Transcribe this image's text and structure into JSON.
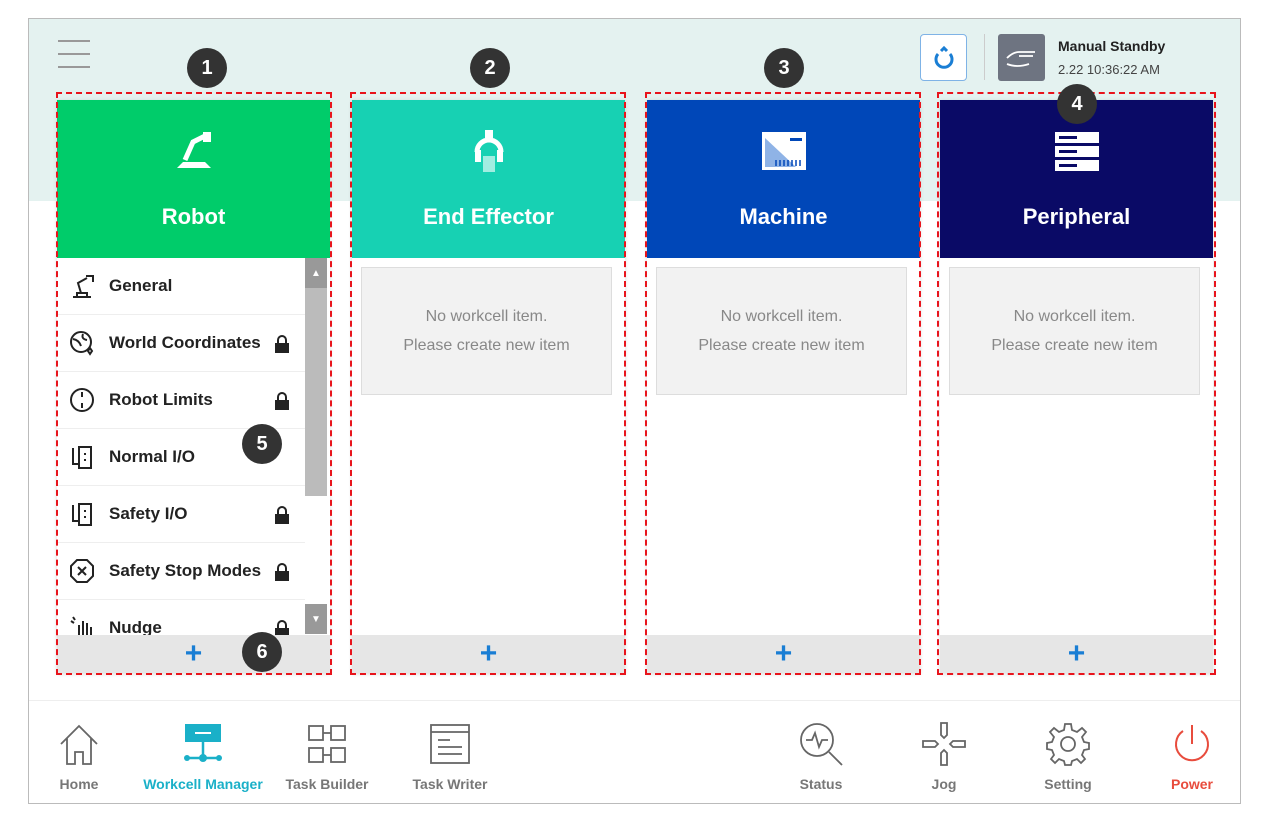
{
  "header": {
    "mode_title": "Manual Standby",
    "mode_time": "2.22 10:36:22 AM"
  },
  "columns": [
    {
      "title": "Robot",
      "color": "#00cc6a"
    },
    {
      "title": "End Effector",
      "color": "#17d1b3",
      "empty1": "No workcell item.",
      "empty2": "Please create new item"
    },
    {
      "title": "Machine",
      "color": "#0047b8",
      "empty1": "No workcell item.",
      "empty2": "Please create new item"
    },
    {
      "title": "Peripheral",
      "color": "#0a0a66",
      "empty1": "No workcell item.",
      "empty2": "Please create new item"
    }
  ],
  "robot_items": [
    {
      "label": "General",
      "locked": false
    },
    {
      "label": "World Coordinates",
      "locked": true
    },
    {
      "label": "Robot Limits",
      "locked": true
    },
    {
      "label": "Normal I/O",
      "locked": false
    },
    {
      "label": "Safety I/O",
      "locked": true
    },
    {
      "label": "Safety Stop Modes",
      "locked": true
    },
    {
      "label": "Nudge",
      "locked": true
    }
  ],
  "add_label": "+",
  "badges": [
    "1",
    "2",
    "3",
    "4",
    "5",
    "6"
  ],
  "nav": {
    "home": "Home",
    "workcell": "Workcell Manager",
    "task_builder": "Task Builder",
    "task_writer": "Task Writer",
    "status": "Status",
    "jog": "Jog",
    "setting": "Setting",
    "power": "Power"
  },
  "colors": {
    "active": "#1ab0c8",
    "power": "#e84c3d",
    "add": "#1a7ed4",
    "annotation": "#e8141c"
  }
}
